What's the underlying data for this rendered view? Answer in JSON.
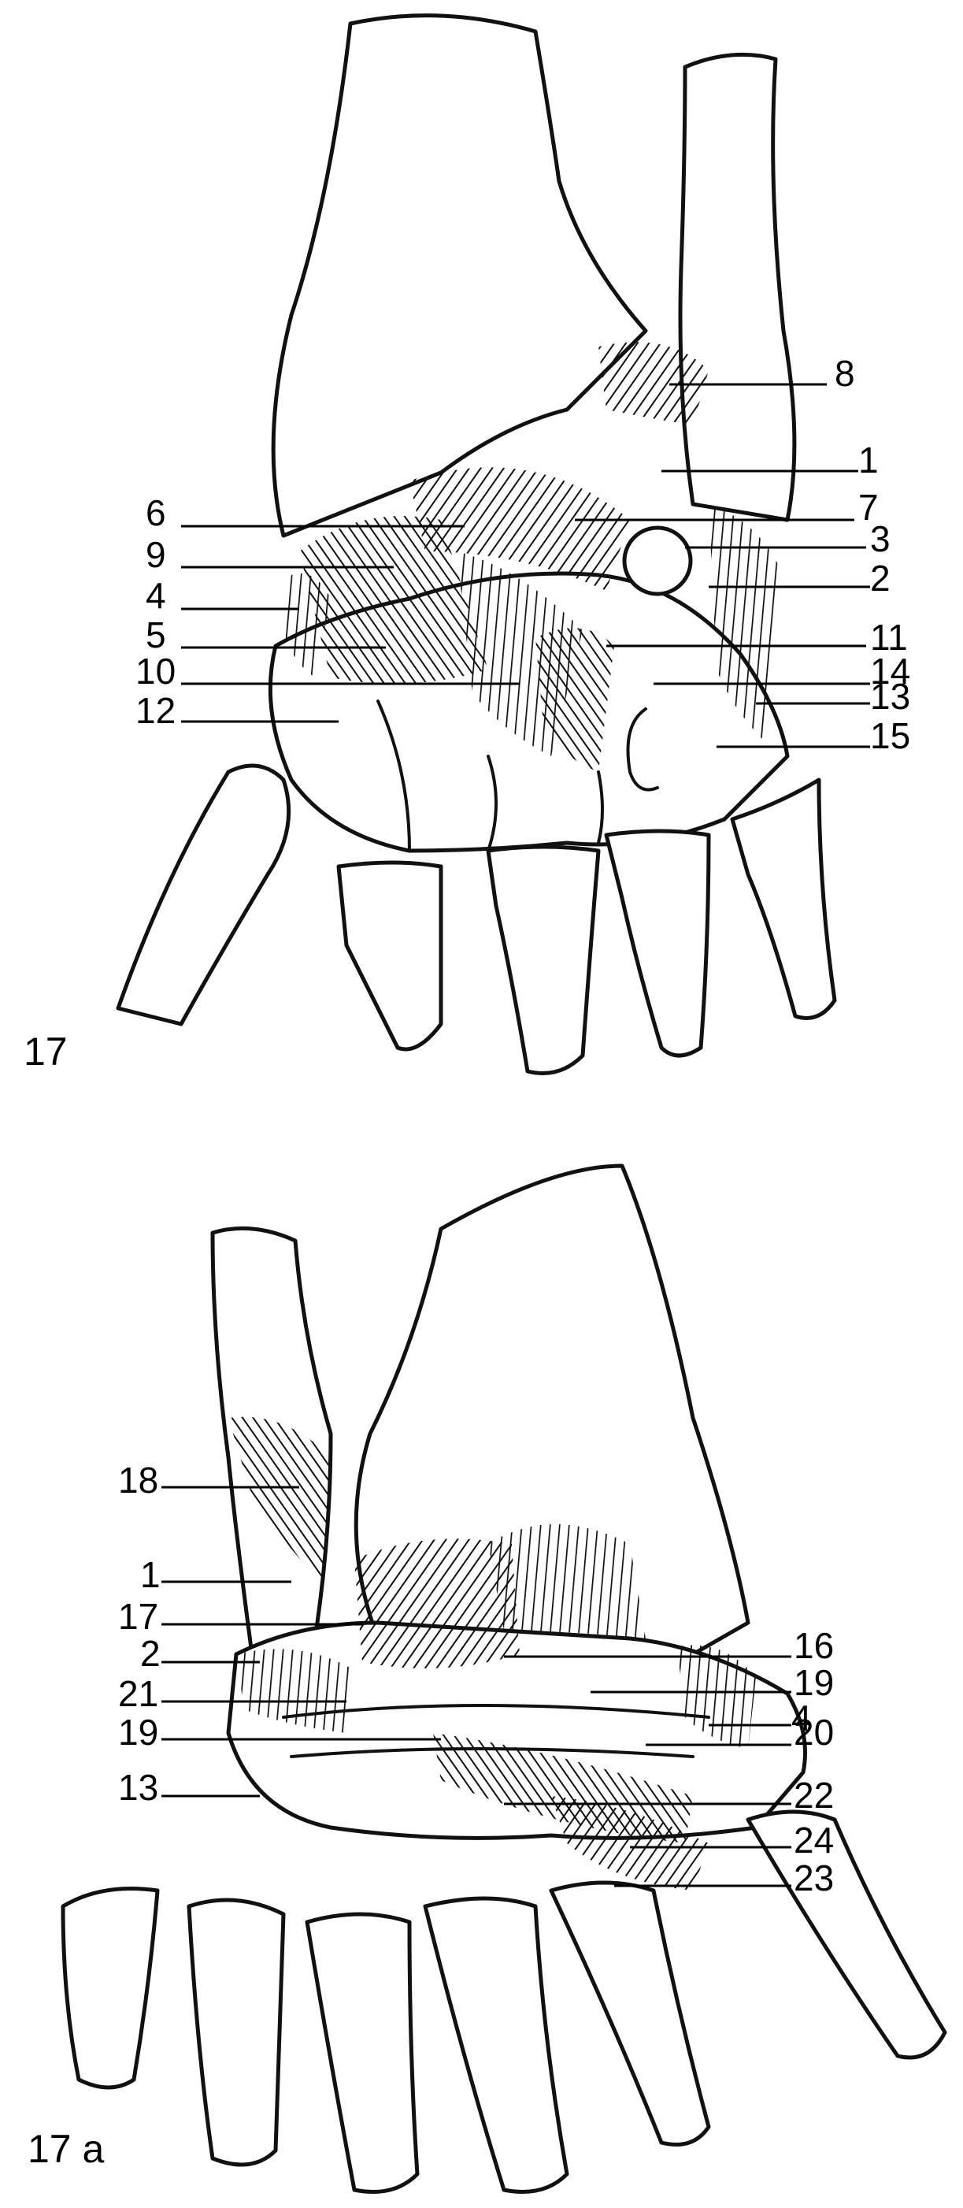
{
  "figures": [
    {
      "id": "17",
      "caption": "17",
      "labels": [
        "1",
        "2",
        "3",
        "4",
        "5",
        "6",
        "7",
        "8",
        "9",
        "10",
        "11",
        "12",
        "13",
        "14",
        "15"
      ]
    },
    {
      "id": "17a",
      "caption": "17 a",
      "labels": [
        "1",
        "2",
        "4",
        "13",
        "16",
        "17",
        "18",
        "19",
        "19",
        "20",
        "21",
        "22",
        "23",
        "24"
      ]
    }
  ]
}
